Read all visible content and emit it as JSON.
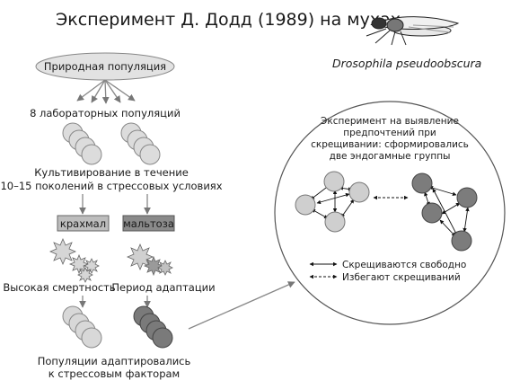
{
  "title": "Эксперимент Д. Додд (1989) на мухах",
  "species": "Drosophila pseudoobscura",
  "source_population": "Природная популяция",
  "lab_populations": "8 лабораторных популяций",
  "cultivation": {
    "line1": "Культивирование в течение",
    "line2": "10–15 поколений в стрессовых условиях"
  },
  "media": {
    "starch": "крахмал",
    "maltose": "мальтоза"
  },
  "outcomes": {
    "starch": "Высокая смертность",
    "maltose": "Период адаптации"
  },
  "adapted": {
    "line1": "Популяции адаптировались",
    "line2": "к стрессовым факторам"
  },
  "experiment": {
    "line1": "Эксперимент на выявление",
    "line2": "предпочтений при",
    "line3": "скрещивании: сформировались",
    "line4": "две эндогамные группы"
  },
  "legend": {
    "free": "Скрещиваются свободно",
    "avoid": "Избегают скрещиваний"
  },
  "colors": {
    "light_population": "#d0d0d0",
    "dark_population": "#808080",
    "starch_box": "#bdbdbd",
    "maltose_box": "#8a8a8a",
    "stroke": "#555555"
  }
}
